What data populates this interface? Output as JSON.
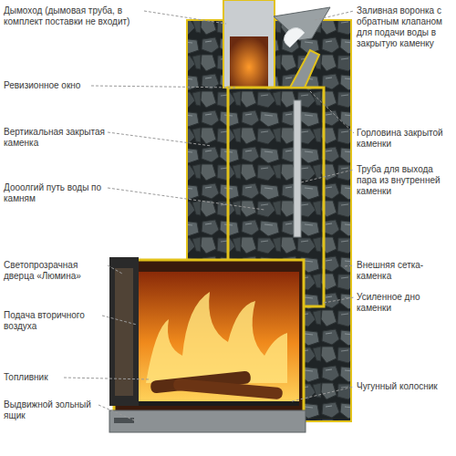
{
  "diagram": {
    "labels": [
      "Дымоход (дымовая труба, в комплект поставки не входит)",
      "Ревизионное окно",
      "Вертикальная закрытая каменка",
      "Дооолгий путь воды по камням",
      "Светопрозрачная дверца «Люмина»",
      "Подача вторичного воздуха",
      "Топливник",
      "Выдвижной зольный ящик",
      "Заливная воронка с обратным клапаном для подачи воды в закрытую каменку",
      "Горловина закрытой каменки",
      "Труба для выхода пара из внутренней каменки",
      "Внешняя сетка-каменка",
      "Усиленное дно каменки",
      "Чугунный колосник"
    ]
  }
}
